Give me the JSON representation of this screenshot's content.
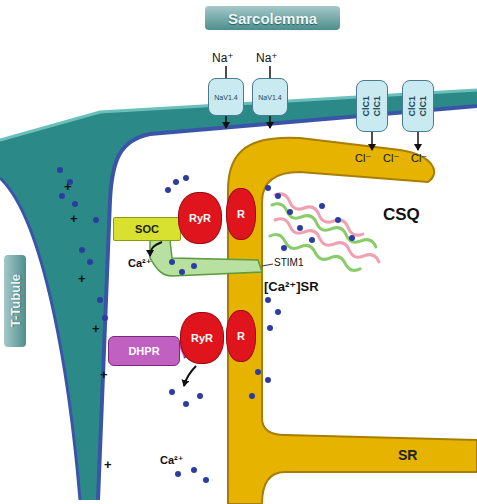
{
  "diagram": {
    "nodes": [
      {
        "text": [
          "Sarcolemma"
        ]
      },
      {
        "text": [
          "T-Tubule"
        ]
      },
      {
        "text": [
          "NaV1.4"
        ]
      },
      {
        "text": [
          "NaV1.4"
        ]
      },
      {
        "text": [
          "ClC1",
          "ClC1"
        ]
      },
      {
        "text": [
          "ClC1",
          "ClC1"
        ]
      },
      {
        "text": [
          "SOC"
        ]
      },
      {
        "text": [
          "RyR"
        ]
      },
      {
        "text": [
          "R"
        ]
      },
      {
        "text": [
          "DHPR"
        ]
      },
      {
        "text": [
          "RyR"
        ]
      },
      {
        "text": [
          "R"
        ]
      }
    ],
    "labels": [
      "Na⁺",
      "Na⁺",
      "Cl⁻",
      "Cl⁻",
      "Cl⁻",
      "CSQ",
      "STIM1",
      "[Ca²⁺]SR",
      "SR",
      "Ca²⁺",
      "Ca²⁺",
      "+",
      "+",
      "+",
      "+",
      "+",
      "+"
    ]
  }
}
